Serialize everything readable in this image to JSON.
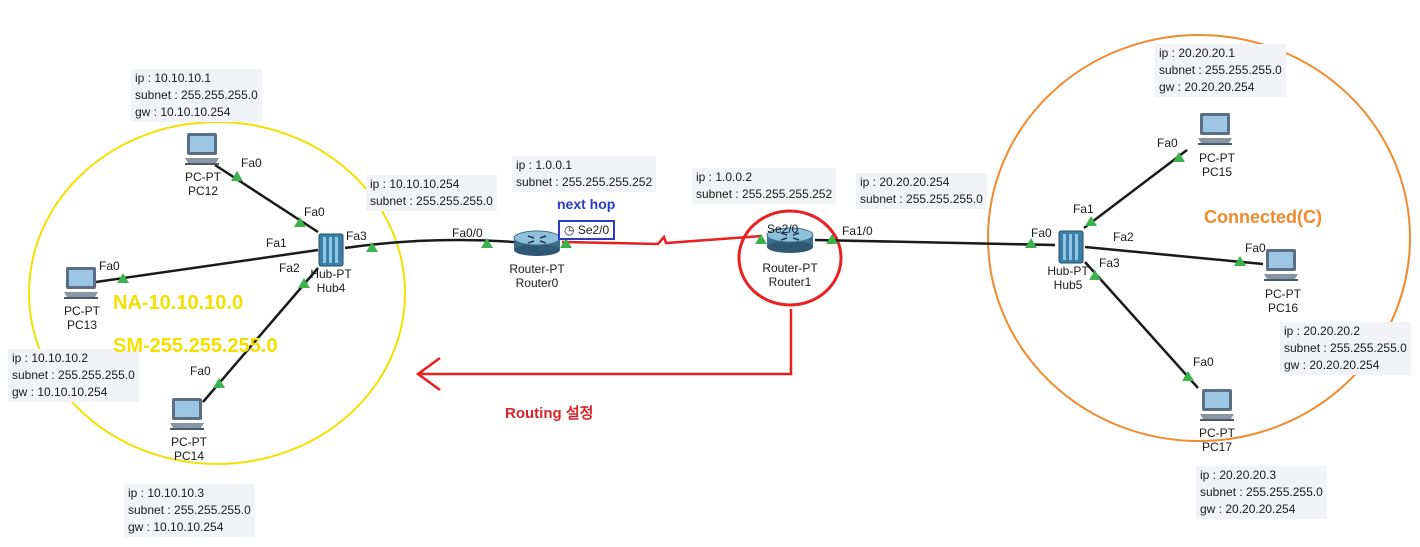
{
  "colors": {
    "cable": "#1a1a1a",
    "serial": "#e8201f",
    "port_light": "#3cb34a",
    "yellow_zone": "#f4e000",
    "orange_zone": "#f08a2c",
    "red_annotation": "#d8232a",
    "next_hop_blue": "#2b3cc7",
    "note_bg": "#f1f3f6"
  },
  "devices": {
    "pc12": {
      "type": "PC-PT",
      "name": "PC12",
      "icon": "pc-icon"
    },
    "pc13": {
      "type": "PC-PT",
      "name": "PC13",
      "icon": "pc-icon"
    },
    "pc14": {
      "type": "PC-PT",
      "name": "PC14",
      "icon": "pc-icon"
    },
    "pc15": {
      "type": "PC-PT",
      "name": "PC15",
      "icon": "pc-icon"
    },
    "pc16": {
      "type": "PC-PT",
      "name": "PC16",
      "icon": "pc-icon"
    },
    "pc17": {
      "type": "PC-PT",
      "name": "PC17",
      "icon": "pc-icon"
    },
    "hub4": {
      "type": "Hub-PT",
      "name": "Hub4",
      "icon": "hub-icon"
    },
    "hub5": {
      "type": "Hub-PT",
      "name": "Hub5",
      "icon": "hub-icon"
    },
    "router0": {
      "type": "Router-PT",
      "name": "Router0",
      "icon": "router-icon"
    },
    "router1": {
      "type": "Router-PT",
      "name": "Router1",
      "icon": "router-icon"
    }
  },
  "ports": {
    "pc12_fa0": "Fa0",
    "hub4_fa0": "Fa0",
    "hub4_fa1": "Fa1",
    "hub4_fa2": "Fa2",
    "hub4_fa3": "Fa3",
    "pc13_fa0": "Fa0",
    "pc14_fa0": "Fa0",
    "router0_fa00": "Fa0/0",
    "router0_se20": "Se2/0",
    "router1_se20": "Se2/0",
    "router1_fa10": "Fa1/0",
    "hub5_fa0": "Fa0",
    "hub5_fa1": "Fa1",
    "hub5_fa2": "Fa2",
    "hub5_fa3": "Fa3",
    "pc15_fa0": "Fa0",
    "pc16_fa0": "Fa0",
    "pc17_fa0": "Fa0"
  },
  "notes": {
    "pc12": [
      "ip : 10.10.10.1",
      "subnet : 255.255.255.0",
      "gw : 10.10.10.254"
    ],
    "pc13": [
      "ip : 10.10.10.2",
      "subnet : 255.255.255.0",
      "gw : 10.10.10.254"
    ],
    "pc14": [
      "ip : 10.10.10.3",
      "subnet : 255.255.255.0",
      "gw : 10.10.10.254"
    ],
    "router0_fa": [
      "ip : 10.10.10.254",
      "subnet : 255.255.255.0"
    ],
    "router0_se": [
      "ip : 1.0.0.1",
      "subnet : 255.255.255.252"
    ],
    "router1_se": [
      "ip : 1.0.0.2",
      "subnet : 255.255.255.252"
    ],
    "router1_fa": [
      "ip : 20.20.20.254",
      "subnet : 255.255.255.0"
    ],
    "pc15": [
      "ip : 20.20.20.1",
      "subnet : 255.255.255.0",
      "gw : 20.20.20.254"
    ],
    "pc16": [
      "ip : 20.20.20.2",
      "subnet : 255.255.255.0",
      "gw : 20.20.20.254"
    ],
    "pc17": [
      "ip : 20.20.20.3",
      "subnet : 255.255.255.0",
      "gw : 20.20.20.254"
    ]
  },
  "annotations": {
    "na": "NA-10.10.10.0",
    "sm": "SM-255.255.255.0",
    "next_hop": "next hop",
    "next_hop_port": "Se2/0",
    "connected": "Connected(C)",
    "routing": "Routing 설정"
  }
}
